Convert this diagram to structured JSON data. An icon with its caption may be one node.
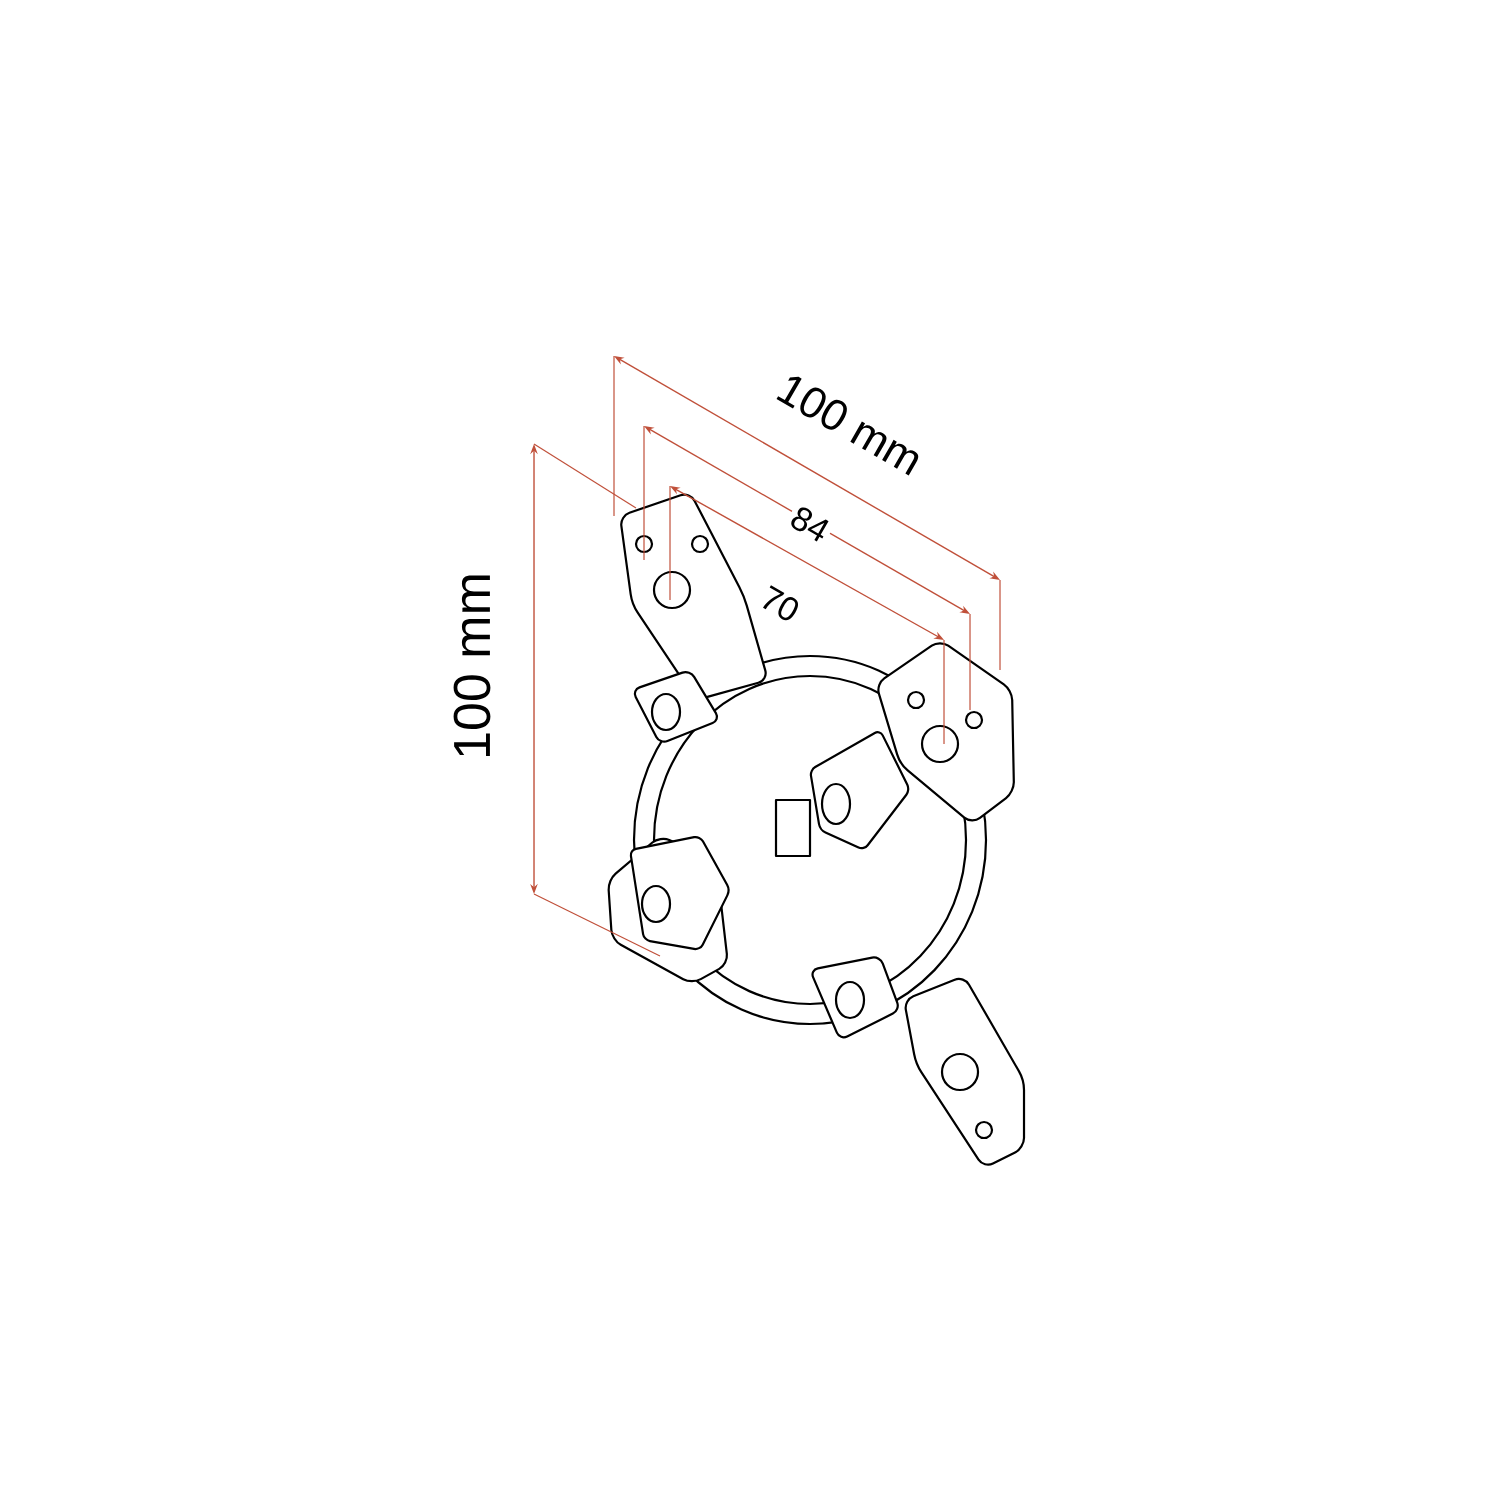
{
  "diagram": {
    "labels": [
      "100 mm",
      "84",
      "70",
      "100 mm"
    ]
  }
}
